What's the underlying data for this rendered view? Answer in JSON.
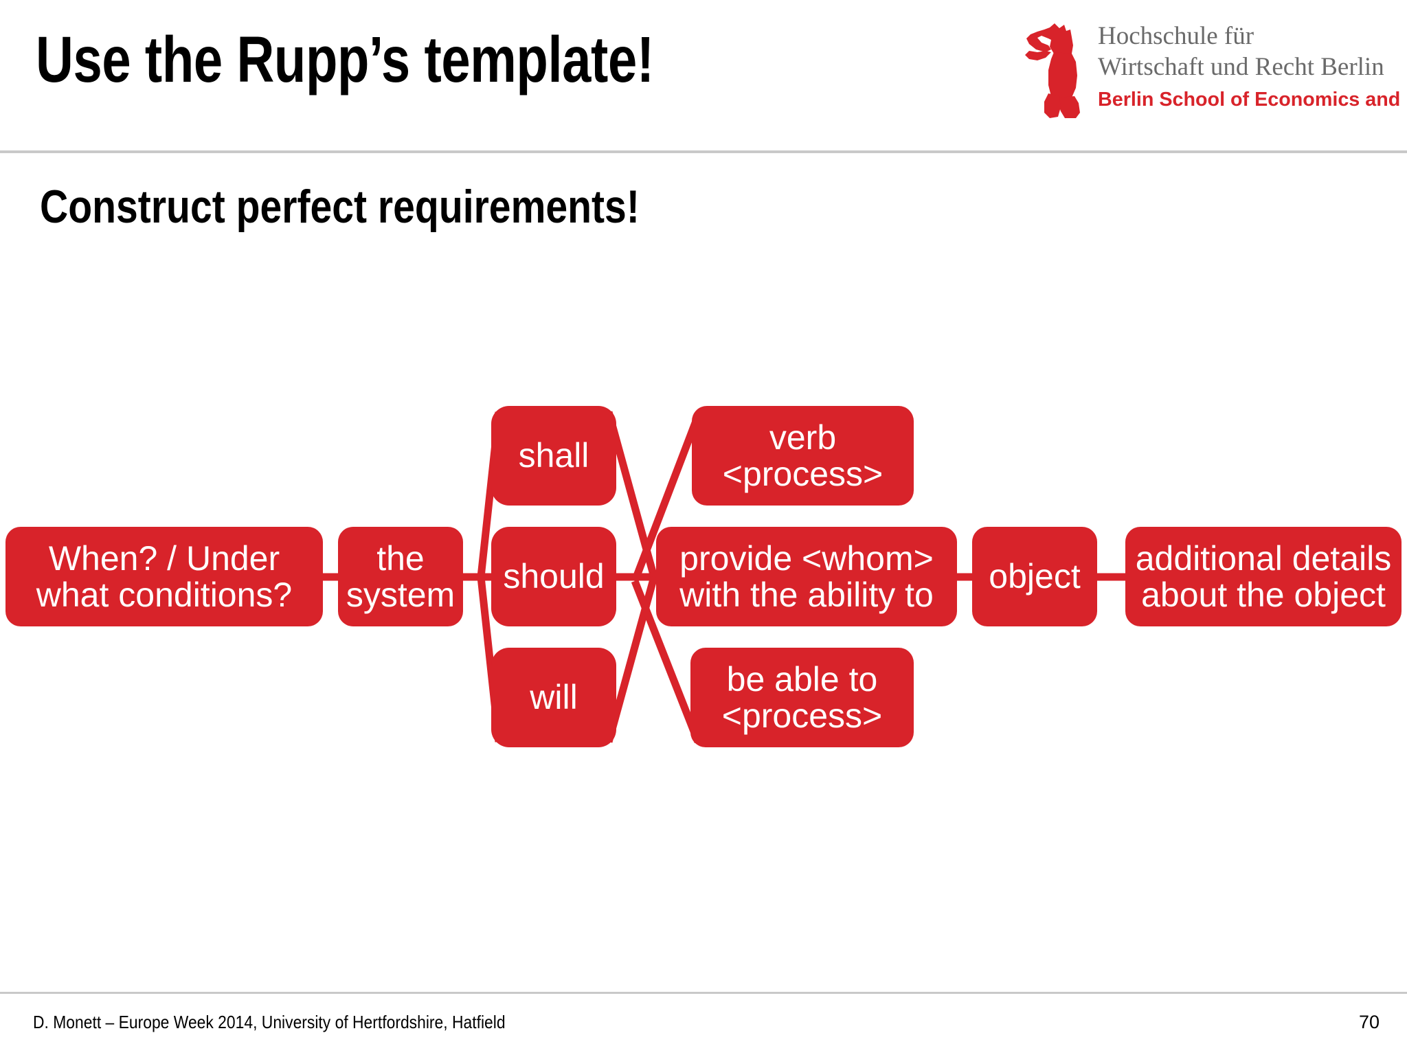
{
  "slide": {
    "title": "Use the Rupp’s template!",
    "heading": "Construct perfect requirements!",
    "accent_color": "#d8232a",
    "text_color": "#000000",
    "background_color": "#ffffff",
    "rule_color": "#c9c9c9"
  },
  "logo": {
    "bear_icon": "berlin-bear-icon",
    "line1": "Hochschule für",
    "line2": "Wirtschaft und Recht Berlin",
    "line3": "Berlin School of Economics and Law",
    "german_text_color": "#6a6a6a",
    "english_text_color": "#d8232a",
    "bear_color": "#d8232a"
  },
  "diagram": {
    "name": "rupp-requirements-template",
    "node_fill": "#d8232a",
    "node_text_color": "#ffffff",
    "connector_color": "#d8232a",
    "nodes": {
      "condition": "When? / Under\nwhat conditions?",
      "system": "the\nsystem",
      "shall": "shall",
      "should": "should",
      "will": "will",
      "verb": "verb\n<process>",
      "provide": "provide <whom>\nwith the ability to",
      "be_able_to": "be able to\n<process>",
      "object": "object",
      "details": "additional details\nabout the object"
    },
    "columns": [
      {
        "name": "condition",
        "items": [
          "When? / Under what conditions?"
        ]
      },
      {
        "name": "subject",
        "items": [
          "the system"
        ]
      },
      {
        "name": "modal-verb",
        "items": [
          "shall",
          "should",
          "will"
        ]
      },
      {
        "name": "process",
        "items": [
          "verb <process>",
          "provide <whom> with the ability to",
          "be able to <process>"
        ]
      },
      {
        "name": "object",
        "items": [
          "object"
        ]
      },
      {
        "name": "detail",
        "items": [
          "additional details about the object"
        ]
      }
    ]
  },
  "footer": {
    "credit": "D. Monett – Europe Week 2014, University of Hertfordshire, Hatfield",
    "page_number": "70"
  }
}
